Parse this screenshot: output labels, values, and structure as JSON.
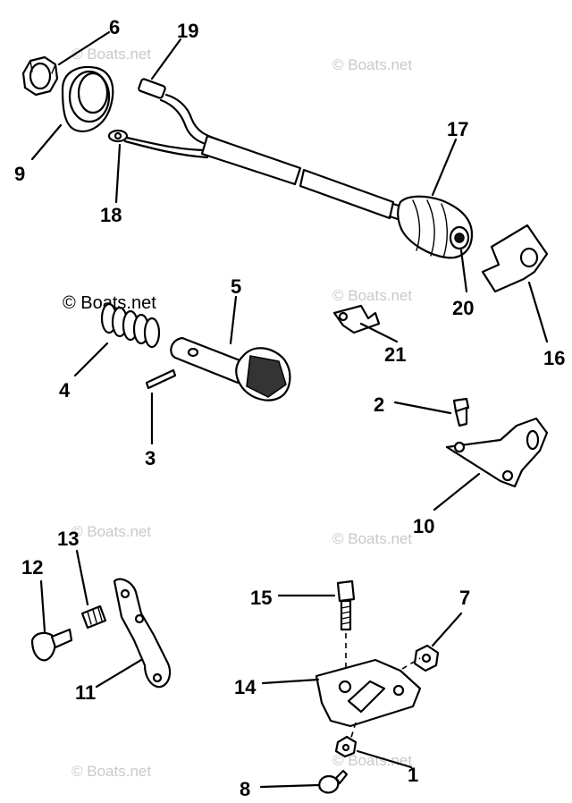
{
  "parts": {
    "p1": "1",
    "p2": "2",
    "p3": "3",
    "p4": "4",
    "p5": "5",
    "p6": "6",
    "p7": "7",
    "p8": "8",
    "p9": "9",
    "p10": "10",
    "p11": "11",
    "p12": "12",
    "p13": "13",
    "p14": "14",
    "p15": "15",
    "p16": "16",
    "p17": "17",
    "p18": "18",
    "p19": "19",
    "p20": "20",
    "p21": "21"
  },
  "watermark": "© Boats.net"
}
